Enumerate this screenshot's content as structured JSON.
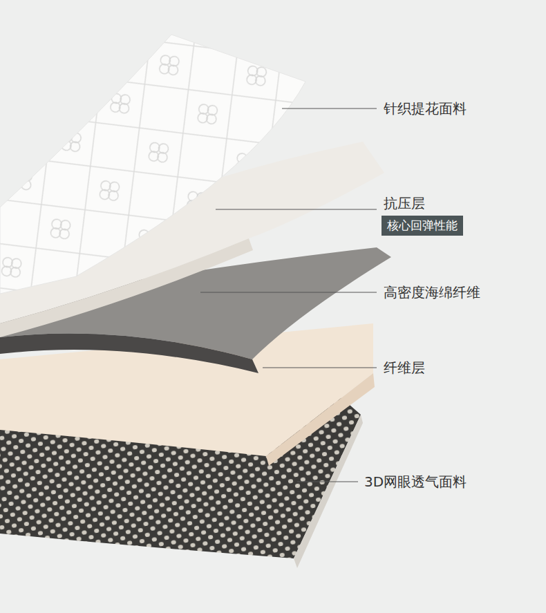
{
  "diagram": {
    "nodes": [
      {
        "text": [
          "核心回弹性能"
        ]
      }
    ],
    "labels": [
      "针织提花面料",
      "抗压层",
      "高密度海绵纤维",
      "纤维层",
      "3D网眼透气面料"
    ]
  }
}
